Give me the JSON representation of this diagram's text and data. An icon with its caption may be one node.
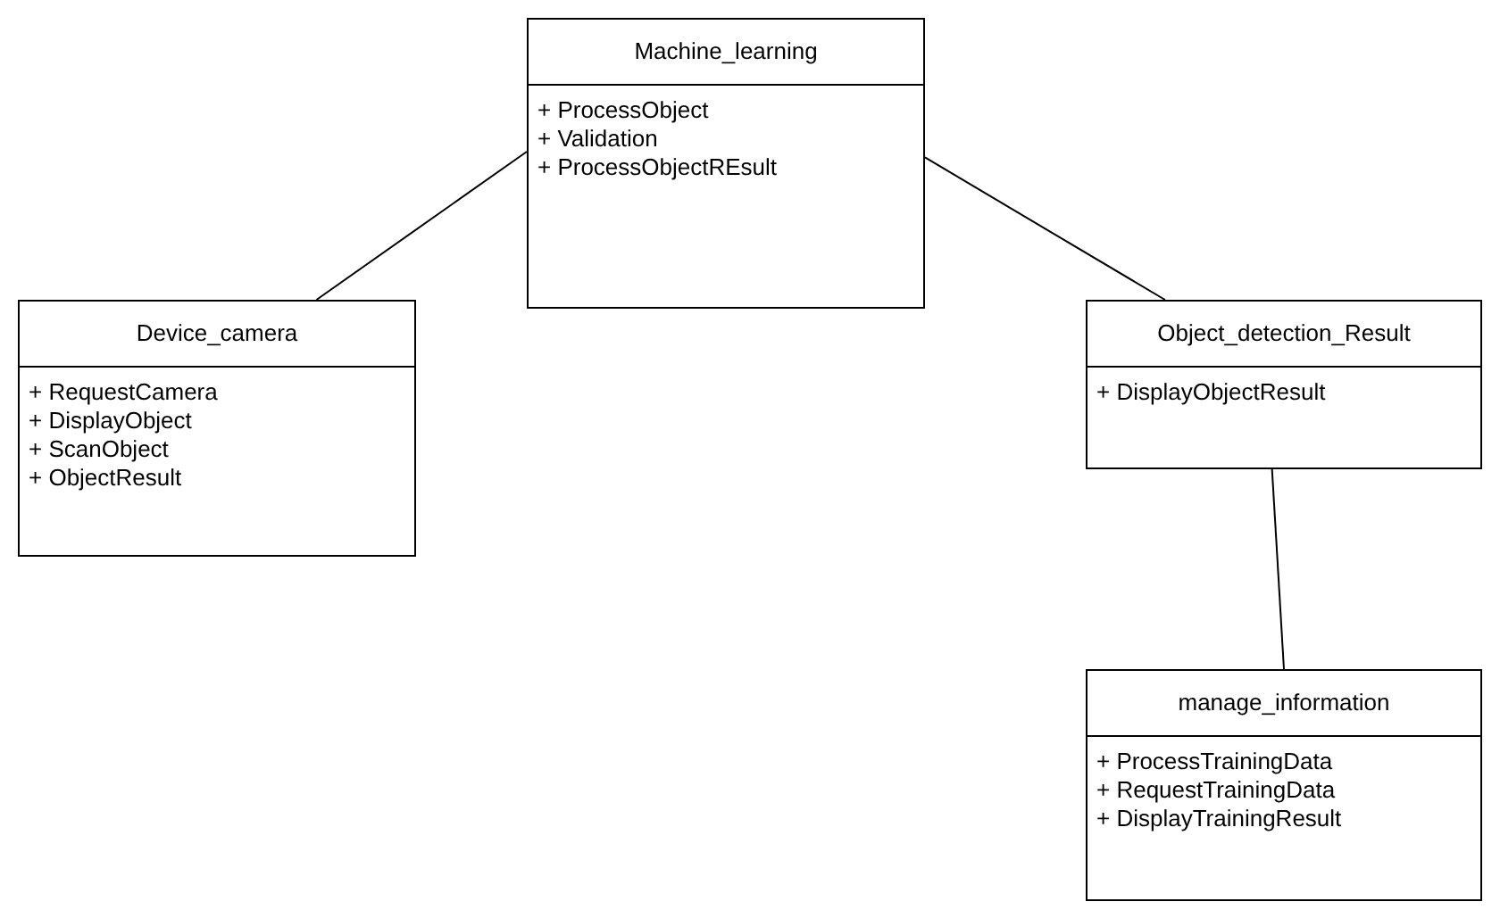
{
  "diagram": {
    "nodes": [
      {
        "text": [
          "Machine_learning",
          "+ ProcessObject",
          "+ Validation",
          "+ ProcessObjectREsult"
        ]
      },
      {
        "text": [
          "Device_camera",
          "+ RequestCamera",
          "+ DisplayObject",
          "+ ScanObject",
          "+ ObjectResult"
        ]
      },
      {
        "text": [
          "Object_detection_Result",
          "+ DisplayObjectResult"
        ]
      },
      {
        "text": [
          "manage_information",
          "+ ProcessTrainingData",
          "+ RequestTrainingData",
          "+ DisplayTrainingResult"
        ]
      }
    ],
    "edges": [
      {
        "from": 0,
        "to": 1,
        "arrow": "none"
      },
      {
        "from": 0,
        "to": 2,
        "arrow": "none"
      },
      {
        "from": 2,
        "to": 3,
        "arrow": "none"
      }
    ]
  }
}
